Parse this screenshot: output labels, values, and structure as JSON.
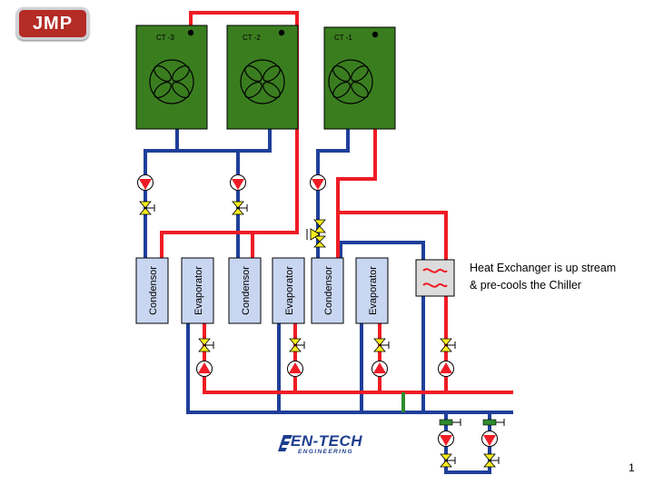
{
  "logo": {
    "text": "JMP"
  },
  "towers": [
    {
      "label": "CT -3"
    },
    {
      "label": "CT -2"
    },
    {
      "label": "CT -1"
    }
  ],
  "units": [
    {
      "condenser": "Condensor",
      "evaporator": "Evaporator"
    },
    {
      "condenser": "Condensor",
      "evaporator": "Evaporator"
    },
    {
      "condenser": "Condensor",
      "evaporator": "Evaporator"
    }
  ],
  "note": {
    "line1": "Heat Exchanger is up stream",
    "line2": "& pre-cools the Chiller"
  },
  "footer_logo": {
    "name": "EN-TECH",
    "sub": "ENGINEERING"
  },
  "page_number": "1",
  "colors": {
    "supply": "#ee1c25",
    "return": "#1f3f9a",
    "tower": "#3a7d1f",
    "unit": "#c9d6f2",
    "valve": "#f7ec1e",
    "bypass": "#2e8b2e"
  }
}
